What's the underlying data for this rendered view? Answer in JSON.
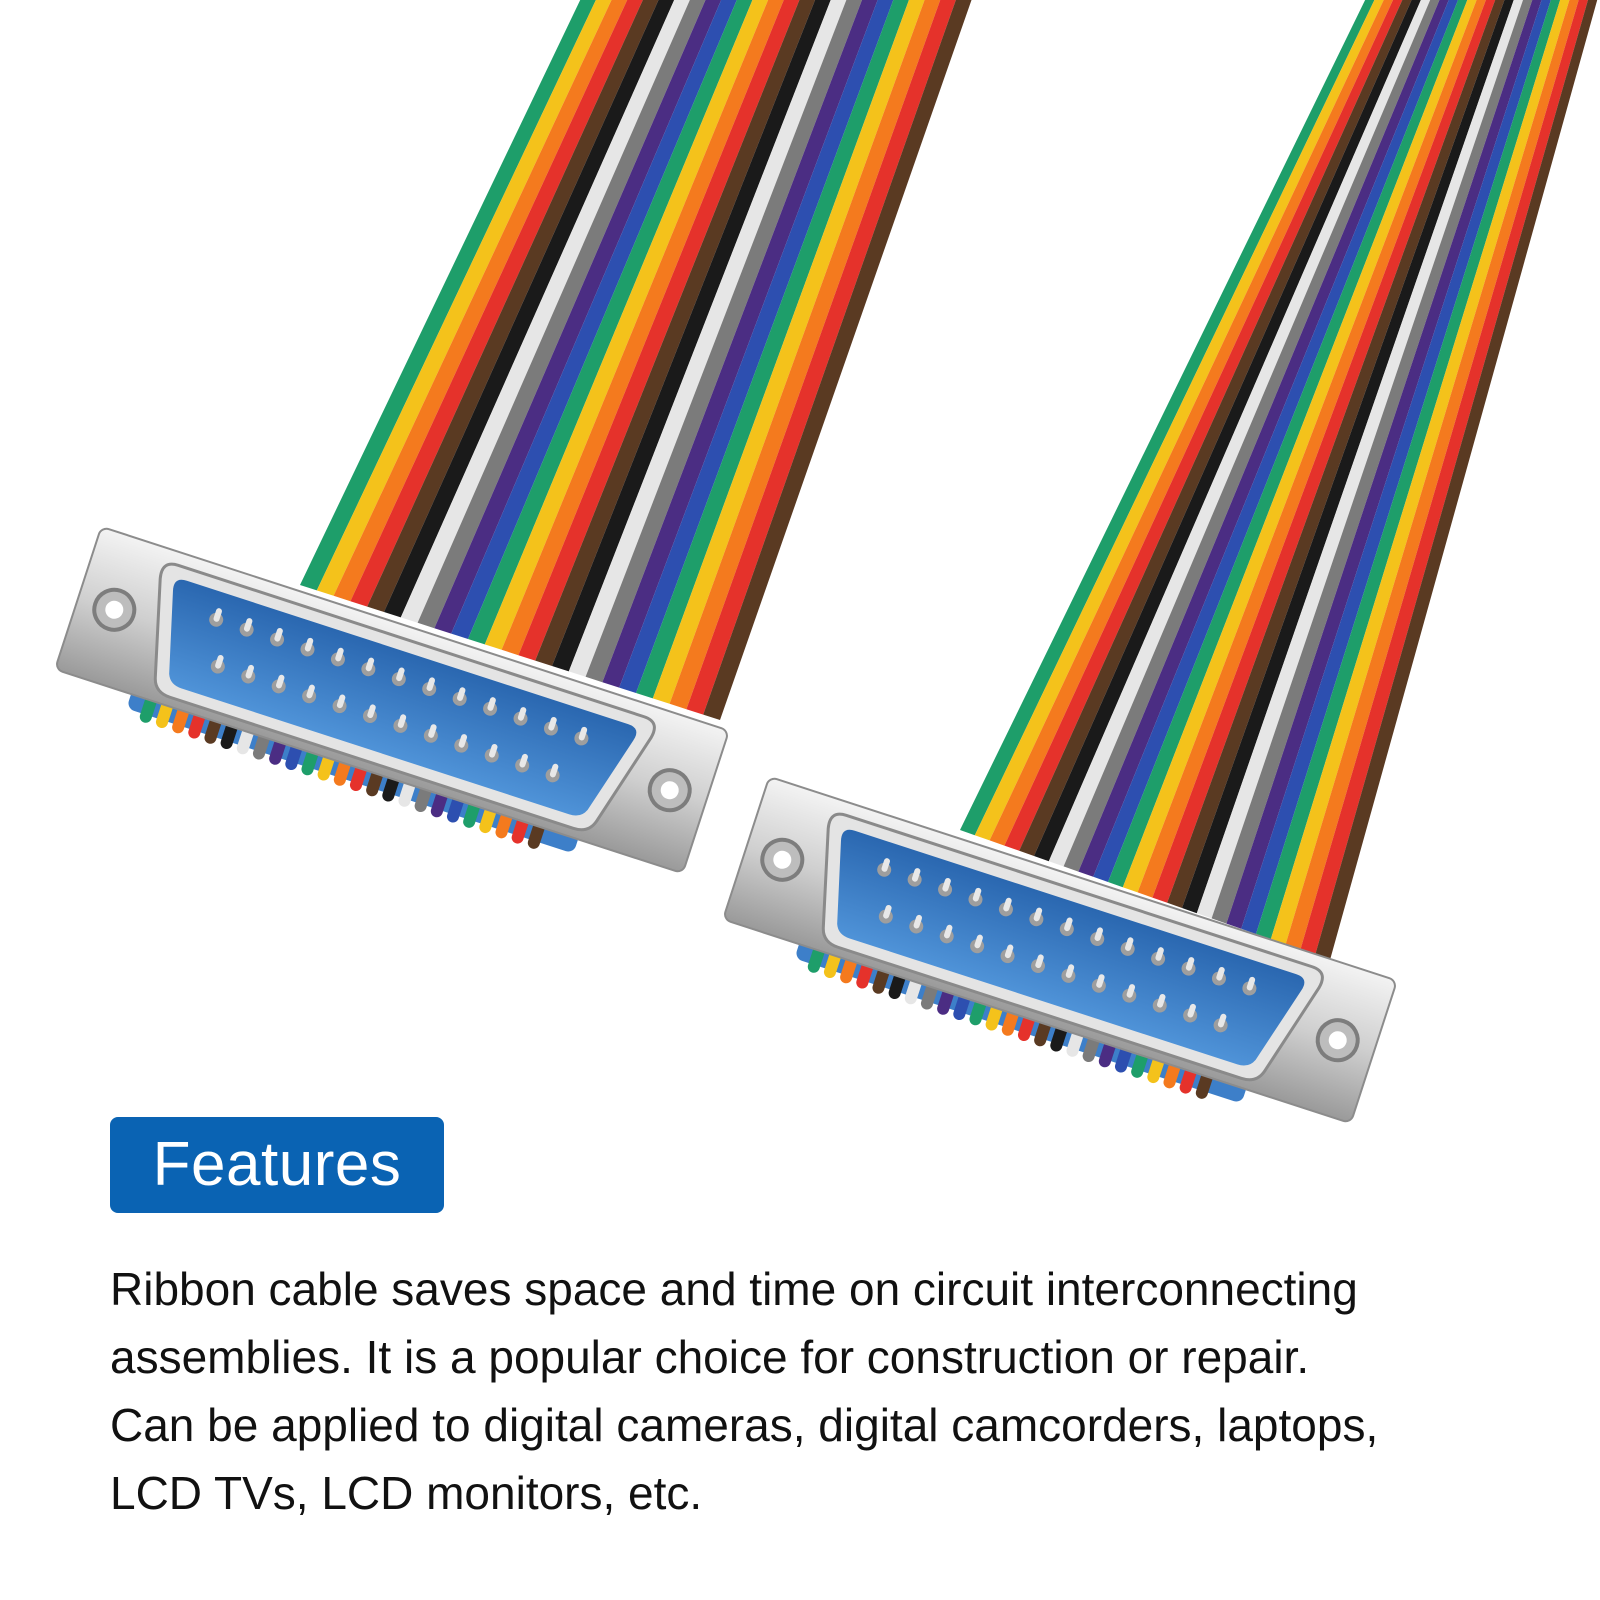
{
  "badge": {
    "label": "Features",
    "background": "#0a63b3"
  },
  "description": {
    "lines": [
      "Ribbon cable saves space and time on circuit interconnecting",
      "assemblies.  It is a popular choice for construction or repair.",
      "Can be applied to digital cameras, digital camcorders, laptops,",
      "LCD TVs, LCD monitors, etc."
    ]
  },
  "product": {
    "connector_count": 2,
    "wire_colors": [
      "#1e9e6a",
      "#f4c21b",
      "#f47a1e",
      "#e5322b",
      "#5a3a22",
      "#1a1a1a",
      "#e6e6e6",
      "#7b7b7b",
      "#4b2d83",
      "#2d4fb0"
    ],
    "connector_blue": "#3d7fc9",
    "shell_metal": "#d7d7d7"
  }
}
